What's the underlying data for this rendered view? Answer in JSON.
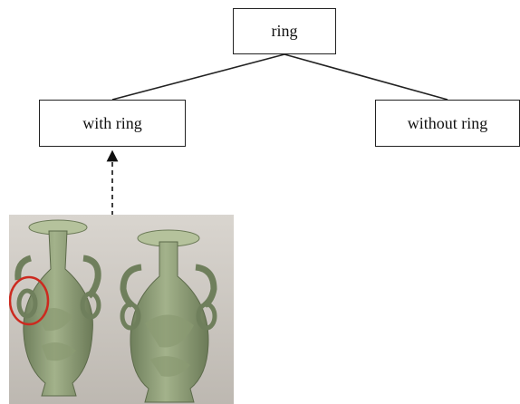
{
  "tree": {
    "root": {
      "label": "ring"
    },
    "children": [
      {
        "label": "with ring"
      },
      {
        "label": "without ring"
      }
    ]
  },
  "photo": {
    "subject": "celadon-vases-with-ring-handles",
    "highlight_color": "#cc2a1f",
    "glaze_color": "#8fa07a"
  }
}
